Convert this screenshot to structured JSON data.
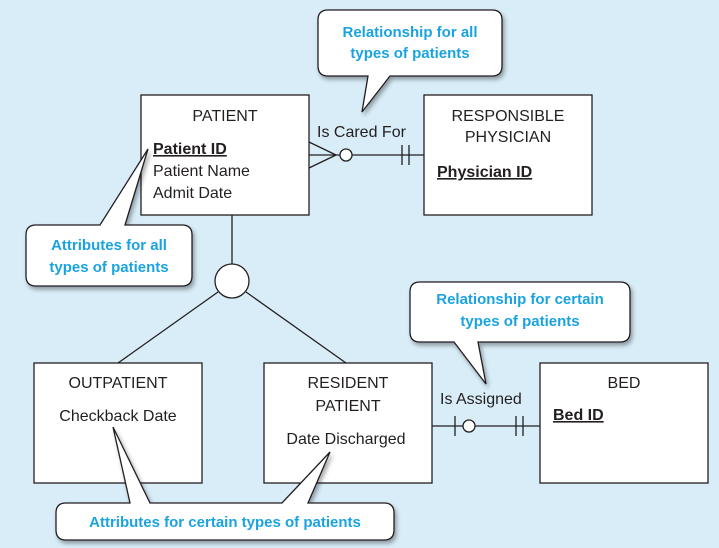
{
  "entities": {
    "patient": {
      "title": "PATIENT",
      "key": "Patient ID",
      "attributes": [
        "Patient Name",
        "Admit Date"
      ]
    },
    "physician": {
      "title_line1": "RESPONSIBLE",
      "title_line2": "PHYSICIAN",
      "key": "Physician ID"
    },
    "outpatient": {
      "title": "OUTPATIENT",
      "attribute": "Checkback Date"
    },
    "resident": {
      "title_line1": "RESIDENT",
      "title_line2": "PATIENT",
      "attribute": "Date Discharged"
    },
    "bed": {
      "title": "BED",
      "key": "Bed ID"
    }
  },
  "relationships": {
    "cared_for": "Is Cared For",
    "assigned": "Is Assigned"
  },
  "callouts": {
    "rel_all": [
      "Relationship for all",
      "types of patients"
    ],
    "attr_all": [
      "Attributes for all",
      "types of patients"
    ],
    "rel_certain": [
      "Relationship for certain",
      "types of patients"
    ],
    "attr_certain": [
      "Attributes for certain types of patients"
    ]
  },
  "colors": {
    "background": "#d8edf8",
    "callout_text": "#1aa3e0",
    "line": "#231f20"
  }
}
